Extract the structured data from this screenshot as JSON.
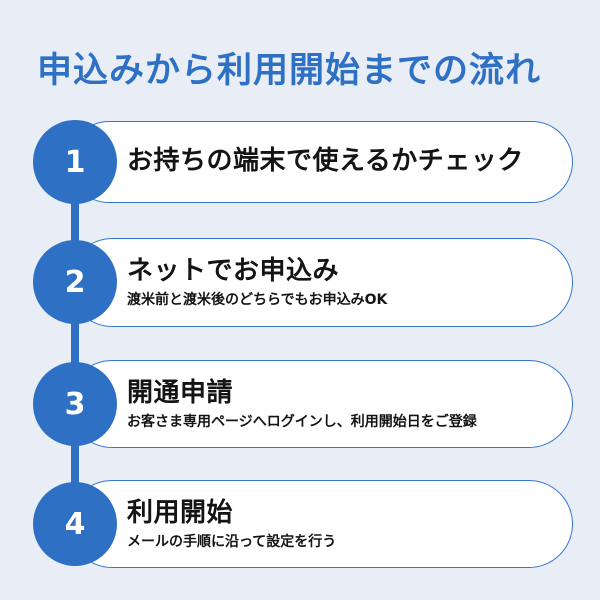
{
  "page": {
    "background_color": "#e8edf6",
    "accent_color": "#2e70c4",
    "card_background": "#ffffff",
    "card_border_color": "#3577cd",
    "heading_text_color": "#141414"
  },
  "title": "申込みから利用開始までの流れ",
  "steps": [
    {
      "number": "1",
      "heading": "お持ちの端末で使えるかチェック",
      "subtitle": ""
    },
    {
      "number": "2",
      "heading": "ネットでお申込み",
      "subtitle": "渡米前と渡米後のどちらでもお申込みOK"
    },
    {
      "number": "3",
      "heading": "開通申請",
      "subtitle": "お客さま専用ページへログインし、利用開始日をご登録"
    },
    {
      "number": "4",
      "heading": "利用開始",
      "subtitle": "メールの手順に沿って設定を行う"
    }
  ]
}
